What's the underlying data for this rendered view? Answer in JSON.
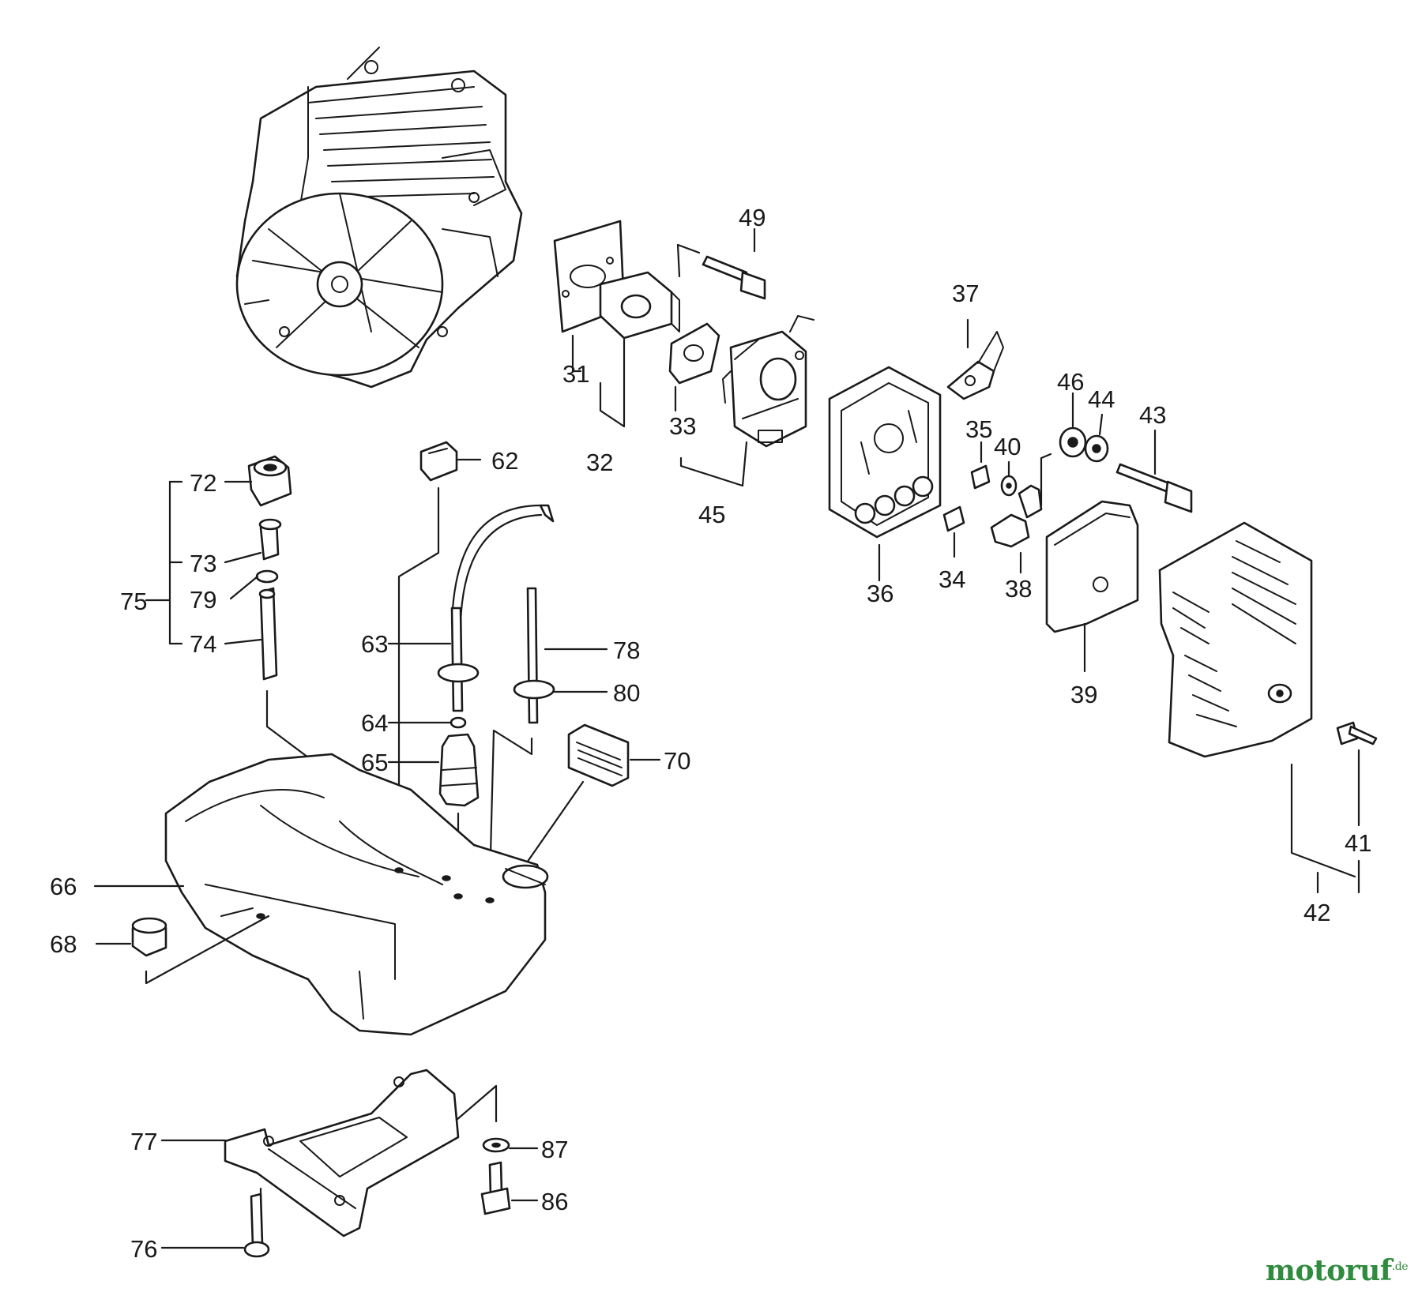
{
  "diagram": {
    "type": "exploded-parts-view",
    "labels": [
      "31",
      "32",
      "33",
      "34",
      "35",
      "36",
      "37",
      "38",
      "39",
      "40",
      "41",
      "42",
      "43",
      "44",
      "45",
      "46",
      "49",
      "62",
      "63",
      "64",
      "65",
      "66",
      "68",
      "70",
      "72",
      "73",
      "74",
      "75",
      "76",
      "77",
      "78",
      "79",
      "80",
      "86",
      "87"
    ]
  },
  "watermark": {
    "main": "motoruf",
    "tld": ".de"
  }
}
